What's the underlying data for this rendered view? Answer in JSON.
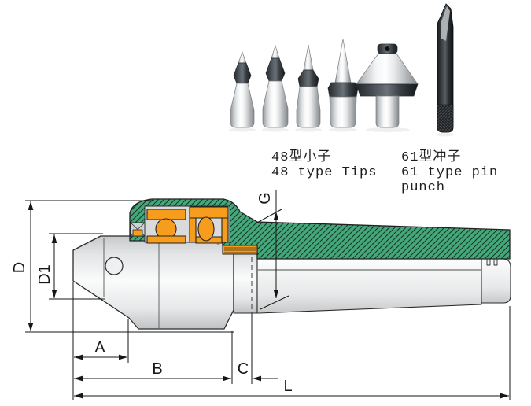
{
  "figure": {
    "accessories": {
      "tips_group": {
        "label_zh": "48型小子",
        "label_en": "48 type Tips"
      },
      "punch": {
        "label_zh": "61型冲子",
        "label_en_line1": "61 type pin",
        "label_en_line2": "punch"
      }
    },
    "dimensions": {
      "D": "D",
      "D1": "D1",
      "A": "A",
      "B": "B",
      "C": "C",
      "L": "L",
      "G": "G"
    },
    "colors": {
      "housing_green": "#44a87a",
      "hatch_line": "#16352a",
      "bearing_orange": "#f79d1e",
      "steel_gray": "#e9ebec",
      "line": "#1a1a1a"
    }
  }
}
